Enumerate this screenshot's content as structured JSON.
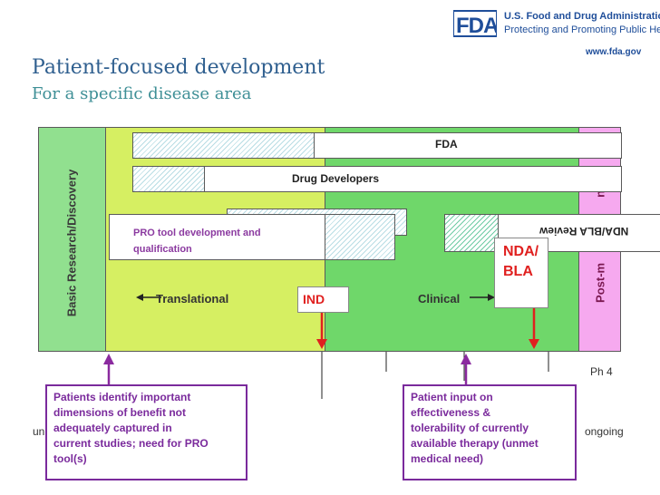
{
  "header": {
    "logo_text": "FDA",
    "agency_name": "U.S. Food and Drug Administration",
    "agency_tagline": "Protecting and Promoting Public Health",
    "website": "www.fda.gov"
  },
  "slide": {
    "title": "Patient-focused development",
    "subtitle": "For a specific disease area"
  },
  "phases": {
    "basic": "Basic Research/Discovery",
    "translational": "Translational",
    "clinical": "Clinical",
    "post": "Post-m",
    "post_suffix": "ng"
  },
  "bars": {
    "fda": "FDA",
    "drug_developers": "Drug Developers",
    "pro_tool_line1": "PRO tool development and",
    "pro_tool_line2": "qualification",
    "nda_bla_review": "NDA/BLA Review"
  },
  "milestones": {
    "ind": "IND",
    "nda_bla_line1": "NDA/",
    "nda_bla_line2": "BLA"
  },
  "axis": {
    "ph4": "Ph 4",
    "left_cut": "un",
    "ongoing": "ongoing"
  },
  "notes": {
    "left": [
      "Patients identify important",
      "dimensions of benefit not",
      "adequately captured in",
      "current studies; need for PRO",
      "tool(s)"
    ],
    "right": [
      "Patient input on",
      "effectiveness &",
      "tolerability of currently",
      "available therapy (unmet",
      "medical need)"
    ]
  },
  "colors": {
    "brand_blue": "#1f4e9a",
    "title_blue": "#2f5f8f",
    "subtitle_teal": "#3e8f96",
    "basic_green": "#91e08f",
    "translational_yellow_green": "#d6ef62",
    "clinical_green": "#6fd76a",
    "post_pink": "#f6a9ef",
    "milestone_red": "#e0201f",
    "note_purple": "#7a2a9c"
  }
}
